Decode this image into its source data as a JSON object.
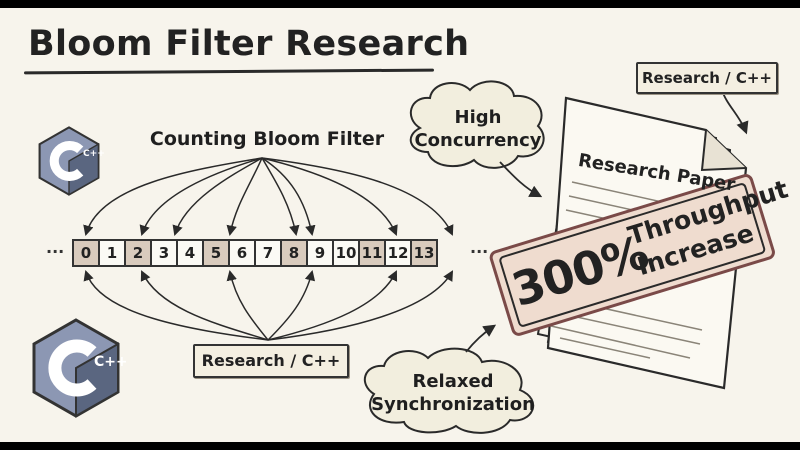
{
  "title": "Bloom Filter Research",
  "subtitle": "Counting Bloom Filter",
  "bits": [
    {
      "label": "0",
      "highlighted": true
    },
    {
      "label": "1",
      "highlighted": false
    },
    {
      "label": "2",
      "highlighted": true
    },
    {
      "label": "3",
      "highlighted": false
    },
    {
      "label": "4",
      "highlighted": false
    },
    {
      "label": "5",
      "highlighted": true
    },
    {
      "label": "6",
      "highlighted": false
    },
    {
      "label": "7",
      "highlighted": false
    },
    {
      "label": "8",
      "highlighted": true
    },
    {
      "label": "9",
      "highlighted": false
    },
    {
      "label": "10",
      "highlighted": false
    },
    {
      "label": "11",
      "highlighted": true
    },
    {
      "label": "12",
      "highlighted": false
    },
    {
      "label": "13",
      "highlighted": true
    }
  ],
  "ellipsis": "···",
  "tags": {
    "bottom": "Research / C++",
    "top": "Research / C++"
  },
  "clouds": {
    "high": [
      "High",
      "Concurrency"
    ],
    "relaxed": [
      "Relaxed",
      "Synchronization"
    ]
  },
  "paper": {
    "heading": "Research Paper"
  },
  "stamp": {
    "big": "300%",
    "line1": "Throughput",
    "line2": "Increase"
  },
  "logo": {
    "text": "C++",
    "colors": {
      "dark": "#5a6680",
      "light": "#8c97b3",
      "ring": "#ffffff"
    }
  },
  "colors": {
    "background": "#f7f4ec",
    "ink": "#2a2a2a",
    "cell_highlight": "#d9cbbd",
    "stamp_fill": "#efdccf",
    "stamp_border": "#7a4a48"
  }
}
